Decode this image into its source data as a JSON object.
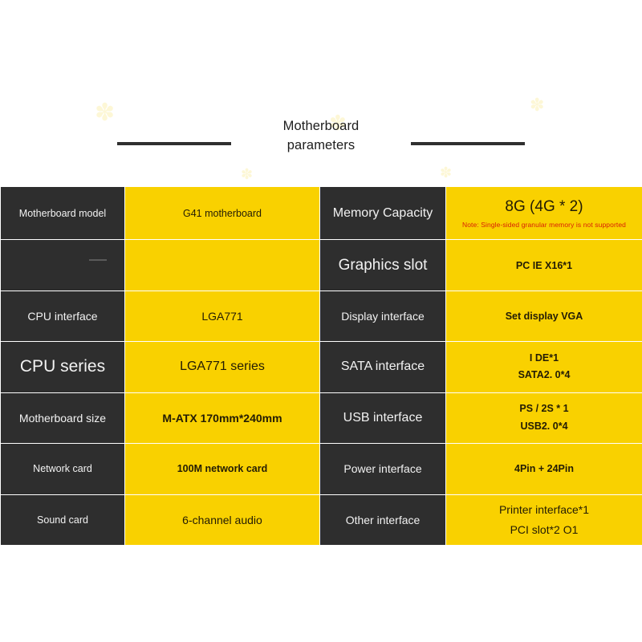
{
  "header": {
    "title_line1": "Motherboard",
    "title_line2": "parameters",
    "rule_color": "#2f2f2f"
  },
  "colors": {
    "label_bg": "#2e2e2e",
    "value_bg": "#f9d100",
    "label_text": "#f2f2f2",
    "value_text": "#231c05",
    "note_text": "#d81e06",
    "page_bg": "#ffffff"
  },
  "table": {
    "rows": [
      {
        "left_label": "Motherboard model",
        "left_value": "G41 motherboard",
        "right_label": "Memory Capacity",
        "right_value": "8G (4G * 2)",
        "right_note": "Note: Single-sided granular memory is not supported"
      },
      {
        "left_label": "",
        "left_value": "",
        "right_label": "Graphics slot",
        "right_value": "PC IE X16*1"
      },
      {
        "left_label": "CPU interface",
        "left_value": "LGA771",
        "right_label": "Display interface",
        "right_value": "Set display VGA"
      },
      {
        "left_label": "CPU series",
        "left_value": "LGA771 series",
        "right_label": "SATA interface",
        "right_value_line1": "I DE*1",
        "right_value_line2": "SATA2. 0*4"
      },
      {
        "left_label": "Motherboard size",
        "left_value": "M-ATX 170mm*240mm",
        "right_label": "USB interface",
        "right_value_line1": "PS / 2S * 1",
        "right_value_line2": "USB2. 0*4"
      },
      {
        "left_label": "Network card",
        "left_value": "100M network card",
        "right_label": "Power interface",
        "right_value": "4Pin + 24Pin"
      },
      {
        "left_label": "Sound card",
        "left_value": "6-channel audio",
        "right_label": "Other interface",
        "right_value_line1": "Printer interface*1",
        "right_value_line2": "PCI slot*2 O1"
      }
    ]
  }
}
